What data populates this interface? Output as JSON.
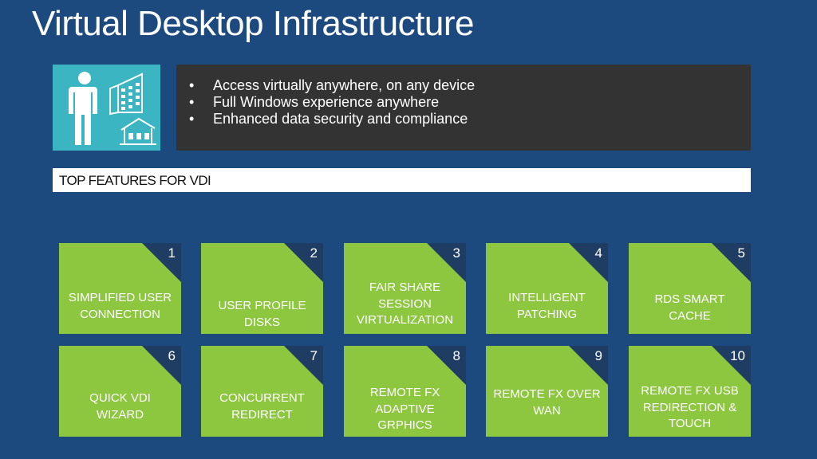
{
  "page": {
    "title": "Virtual Desktop Infrastructure"
  },
  "hero": {
    "icon": "person-building-house-icon",
    "bullet_glyph": "•",
    "bullets": [
      "Access virtually anywhere, on any device",
      "Full Windows experience anywhere",
      "Enhanced data security and compliance"
    ]
  },
  "section": {
    "heading": "TOP FEATURES FOR VDI"
  },
  "features": [
    {
      "number": "1",
      "label": "SIMPLIFIED USER CONNECTION"
    },
    {
      "number": "2",
      "label": "USER PROFILE DISKS"
    },
    {
      "number": "3",
      "label": "FAIR SHARE SESSION VIRTUALIZATION"
    },
    {
      "number": "4",
      "label": "INTELLIGENT PATCHING"
    },
    {
      "number": "5",
      "label": "RDS SMART CACHE"
    },
    {
      "number": "6",
      "label": "QUICK VDI WIZARD"
    },
    {
      "number": "7",
      "label": "CONCURRENT REDIRECT"
    },
    {
      "number": "8",
      "label": "REMOTE FX ADAPTIVE GRPHICS"
    },
    {
      "number": "9",
      "label": "REMOTE FX OVER WAN"
    },
    {
      "number": "10",
      "label": "REMOTE FX USB REDIRECTION & TOUCH"
    }
  ],
  "colors": {
    "background": "#1c4a7e",
    "hero_icon_bg": "#3cb5c2",
    "benefits_bg": "#333333",
    "tile_bg": "#8dc63f",
    "tile_corner": "#1f3d63"
  }
}
